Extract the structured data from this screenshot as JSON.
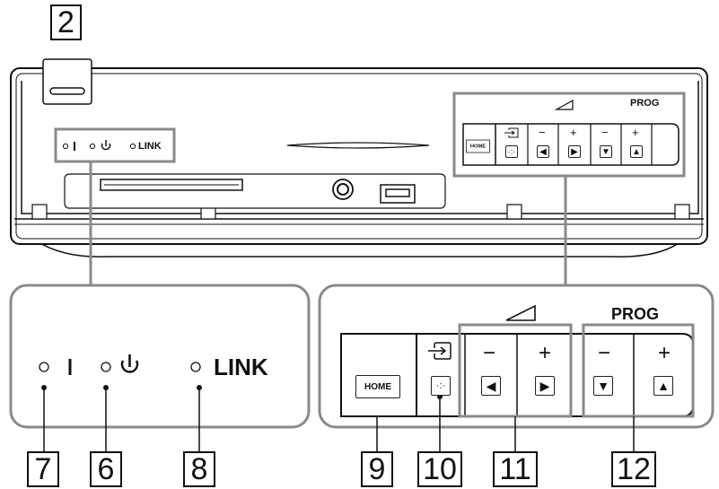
{
  "callouts": {
    "c2": "2",
    "c6": "6",
    "c7": "7",
    "c8": "8",
    "c9": "9",
    "c10": "10",
    "c11": "11",
    "c12": "12"
  },
  "indicators": {
    "link_label": "LINK",
    "on_mark": "I"
  },
  "controls": {
    "home_label": "HOME",
    "prog_label": "PROG",
    "minus": "−",
    "plus": "+"
  },
  "icons": {
    "power": "power-icon",
    "input": "input-icon",
    "volume": "volume-icon",
    "arrows": [
      "arrow-left-icon",
      "arrow-right-icon",
      "arrow-down-icon",
      "arrow-up-icon"
    ]
  },
  "colors": {
    "outline": "#111111",
    "panel_border": "#8a8a8a",
    "screen": "#ffffff"
  }
}
